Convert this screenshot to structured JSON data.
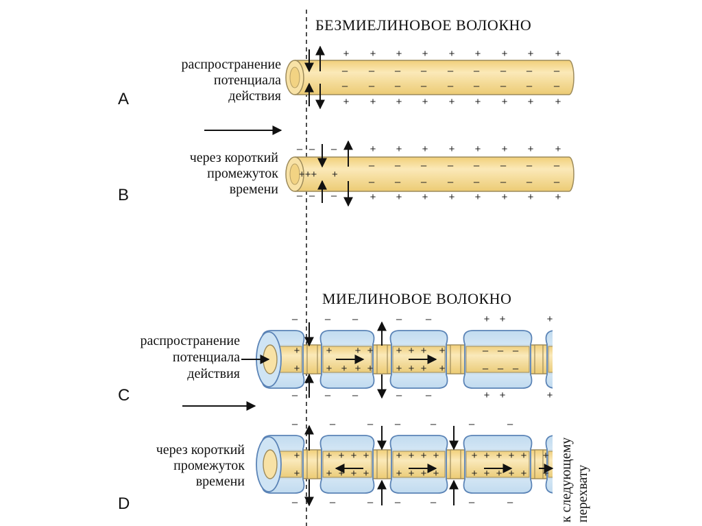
{
  "colors": {
    "axon_fill": "#f6dc9a",
    "axon_stroke": "#9c8a5a",
    "myelin_fill": "#cfe4f4",
    "myelin_stroke": "#5a83b6",
    "ink": "#111111"
  },
  "unmyelinated": {
    "title": "БЕЗМИЕЛИНОВОЕ ВОЛОКНО",
    "panel_a": {
      "letter": "A",
      "caption": [
        "распространение",
        "потенциала",
        "действия"
      ]
    },
    "panel_b": {
      "letter": "B",
      "caption": [
        "через короткий",
        "промежуток",
        "времени"
      ],
      "inner_plus": "+++",
      "inner_plus_single": "+"
    }
  },
  "myelinated": {
    "title": "МИЕЛИНОВОЕ ВОЛОКНО",
    "panel_c": {
      "letter": "C",
      "caption": [
        "распространение",
        "потенциала",
        "действия"
      ]
    },
    "panel_d": {
      "letter": "D",
      "caption": [
        "через короткий",
        "промежуток",
        "времени"
      ]
    },
    "side_note": [
      "к следующему",
      "перехвату"
    ]
  },
  "signs": {
    "plus": "+",
    "minus": "–"
  }
}
